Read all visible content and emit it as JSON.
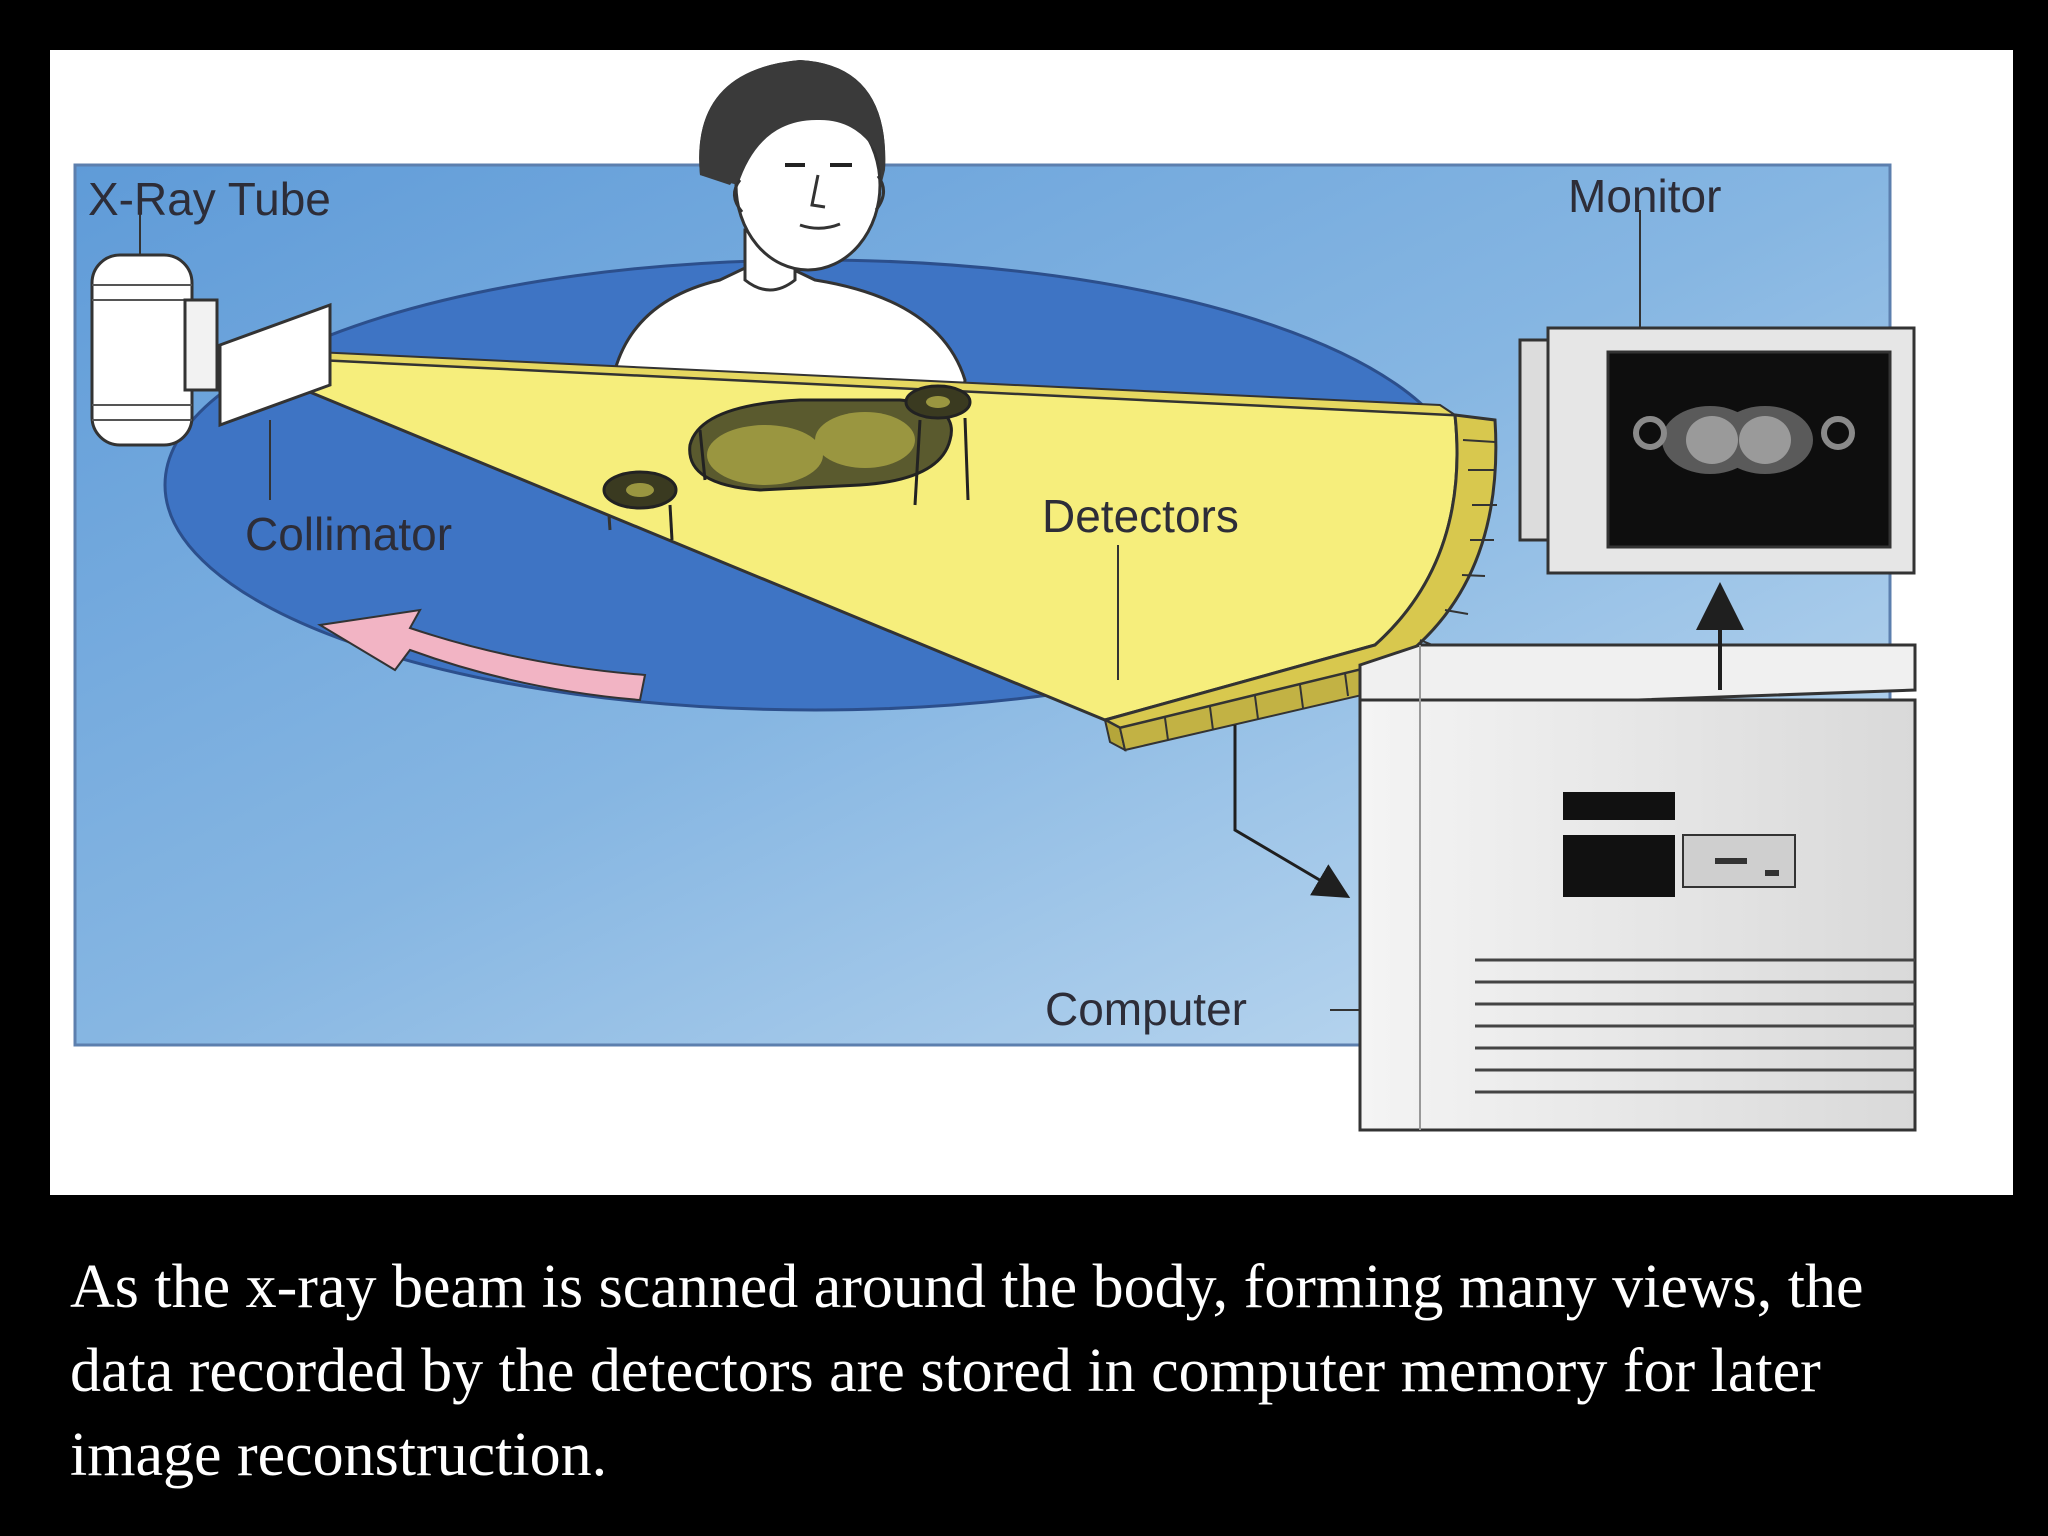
{
  "diagram": {
    "labels": {
      "xray_tube": "X-Ray Tube",
      "collimator": "Collimator",
      "detectors": "Detectors",
      "monitor": "Monitor",
      "computer": "Computer"
    },
    "colors": {
      "background_blue": "#7eaedc",
      "ring_blue": "#3e74c4",
      "beam_yellow": "#f6ee7c",
      "detector_yellow": "#d8c84e",
      "rotation_arrow_pink": "#f2b4c4",
      "equipment_gray": "#ebebeb"
    }
  },
  "caption": {
    "text": "As the x-ray beam is scanned around the body, forming many views, the data recorded by the detectors are stored in computer memory for later image reconstruction."
  }
}
